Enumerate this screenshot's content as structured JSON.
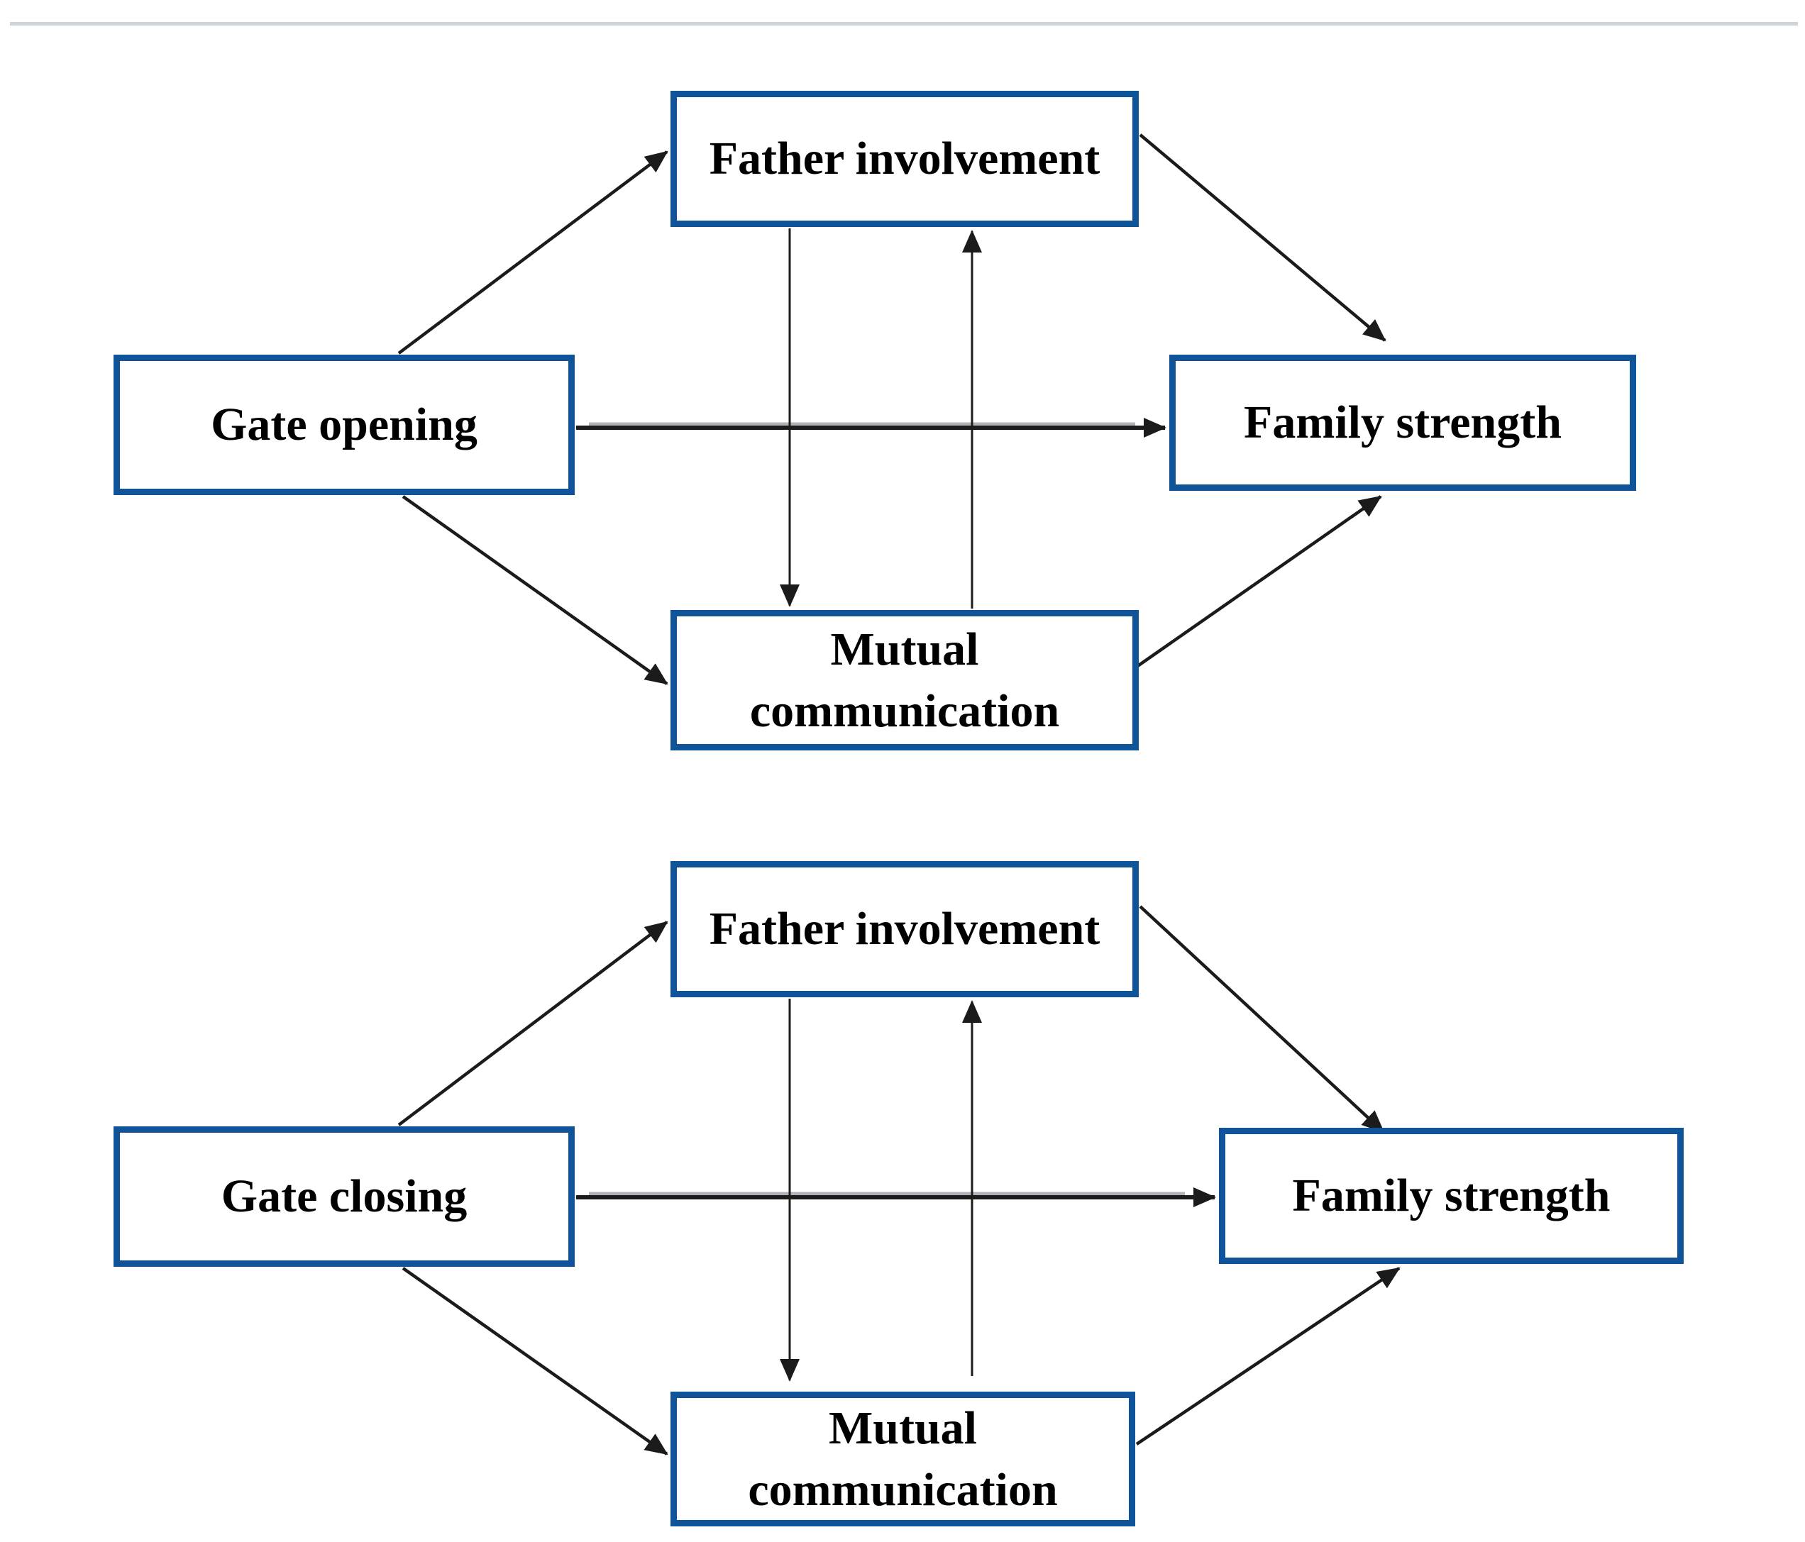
{
  "figure": {
    "background": "#ffffff",
    "top_rule_color": "#ccd3d9",
    "box_border_color": "#0f5499",
    "arrow_color": "#1b1b1b",
    "text_color": "#000000"
  },
  "diagrams": [
    {
      "nodes": {
        "predictor": {
          "label": "Gate opening"
        },
        "mediator_top": {
          "label": "Father involvement"
        },
        "mediator_bottom": {
          "label": "Mutual communication"
        },
        "outcome": {
          "label": "Family strength"
        }
      },
      "edges": [
        {
          "from": "Gate opening",
          "to": "Father involvement"
        },
        {
          "from": "Gate opening",
          "to": "Family strength"
        },
        {
          "from": "Gate opening",
          "to": "Mutual communication"
        },
        {
          "from": "Father involvement",
          "to": "Family strength"
        },
        {
          "from": "Mutual communication",
          "to": "Family strength"
        },
        {
          "from": "Father involvement",
          "to": "Mutual communication"
        },
        {
          "from": "Mutual communication",
          "to": "Father involvement"
        }
      ]
    },
    {
      "nodes": {
        "predictor": {
          "label": "Gate closing"
        },
        "mediator_top": {
          "label": "Father involvement"
        },
        "mediator_bottom": {
          "label": "Mutual communication"
        },
        "outcome": {
          "label": "Family strength"
        }
      },
      "edges": [
        {
          "from": "Gate closing",
          "to": "Father involvement"
        },
        {
          "from": "Gate closing",
          "to": "Family strength"
        },
        {
          "from": "Gate closing",
          "to": "Mutual communication"
        },
        {
          "from": "Father involvement",
          "to": "Family strength"
        },
        {
          "from": "Mutual communication",
          "to": "Family strength"
        },
        {
          "from": "Father involvement",
          "to": "Mutual communication"
        },
        {
          "from": "Mutual communication",
          "to": "Father involvement"
        }
      ]
    }
  ]
}
